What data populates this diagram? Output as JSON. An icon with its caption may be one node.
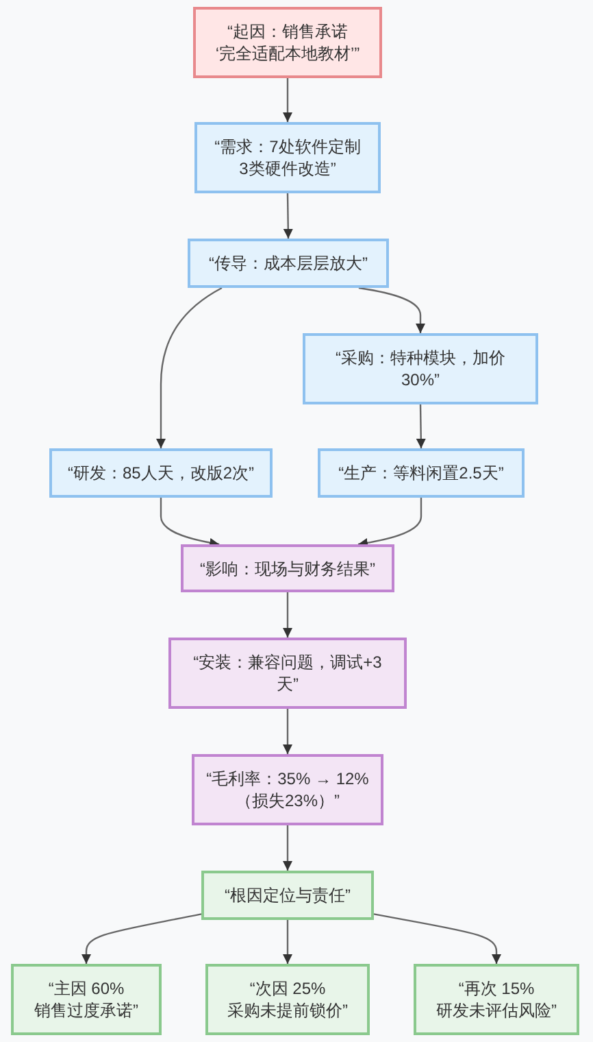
{
  "diagram": {
    "nodes": [
      {
        "text": [
          "“起因：销售承诺‘完全适配本地教材’”"
        ]
      },
      {
        "text": [
          "“需求：7处软件定制3类硬件改造”"
        ]
      },
      {
        "text": [
          "“传导：成本层层放大”"
        ]
      },
      {
        "text": [
          "“采购：特种模块，加价30%”"
        ]
      },
      {
        "text": [
          "“研发：85人天，改版2次”"
        ]
      },
      {
        "text": [
          "“生产：等料闲置2.5天”"
        ]
      },
      {
        "text": [
          "“影响：现场与财务结果”"
        ]
      },
      {
        "text": [
          "“安装：兼容问题，调试+3天”"
        ]
      },
      {
        "text": [
          "“毛利率：35% → 12%（损失23%）”"
        ]
      },
      {
        "text": [
          "“根因定位与责任”"
        ]
      },
      {
        "text": [
          "“主因 60%销售过度承诺”"
        ]
      },
      {
        "text": [
          "“次因 25%采购未提前锁价”"
        ]
      },
      {
        "text": [
          "“再次 15%研发未评估风险”"
        ]
      }
    ],
    "edges": [
      {
        "from": 0,
        "to": 1,
        "arrow": "to"
      },
      {
        "from": 1,
        "to": 2,
        "arrow": "to"
      },
      {
        "from": 2,
        "to": 4,
        "arrow": "to"
      },
      {
        "from": 2,
        "to": 3,
        "arrow": "to"
      },
      {
        "from": 3,
        "to": 5,
        "arrow": "to"
      },
      {
        "from": 4,
        "to": 6,
        "arrow": "to"
      },
      {
        "from": 5,
        "to": 6,
        "arrow": "to"
      },
      {
        "from": 6,
        "to": 7,
        "arrow": "to"
      },
      {
        "from": 7,
        "to": 8,
        "arrow": "to"
      },
      {
        "from": 8,
        "to": 9,
        "arrow": "to"
      },
      {
        "from": 9,
        "to": 10,
        "arrow": "to"
      },
      {
        "from": 9,
        "to": 11,
        "arrow": "to"
      },
      {
        "from": 9,
        "to": 12,
        "arrow": "to"
      }
    ]
  }
}
